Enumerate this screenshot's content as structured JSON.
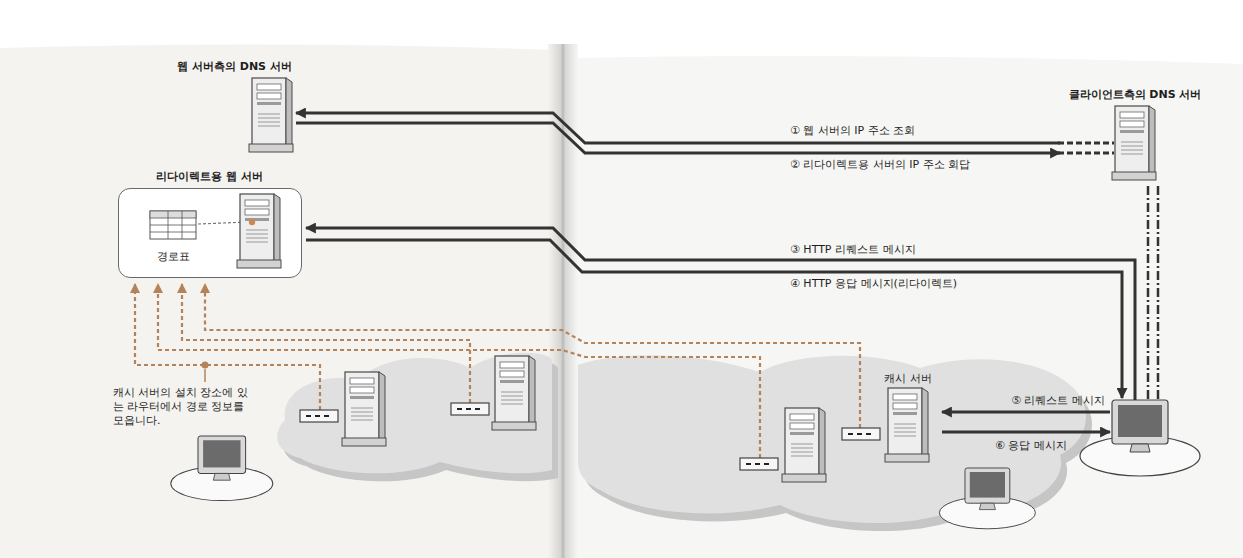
{
  "diagram": {
    "nodes": [
      {
        "text": [
          "웹 서버측의 DNS 서버"
        ]
      },
      {
        "text": [
          "리다이렉트용 웹 서버"
        ]
      },
      {
        "text": [
          "경로표"
        ],
        "in": 1
      },
      {
        "text": [
          "클라이언트측의 DNS 서버"
        ]
      },
      {
        "text": [
          "캐시 서버"
        ]
      }
    ],
    "edges": [
      {
        "from": 3,
        "to": 0,
        "arrow": "to",
        "label": "① 웹 서버의 IP 주소 조회"
      },
      {
        "from": 0,
        "to": 3,
        "arrow": "to",
        "label": "② 리다이렉트용 서버의 IP 주소 회답"
      }
    ],
    "labels": [
      "③ HTTP 리퀘스트 메시지",
      "④ HTTP 응답 메시지(리다이렉트)",
      "⑤ 리퀘스트 메시지",
      "⑥ 응답 메시지",
      "캐시 서버의 설치 장소에 있는 라우터에서 경로 정보를 모읍니다."
    ]
  }
}
